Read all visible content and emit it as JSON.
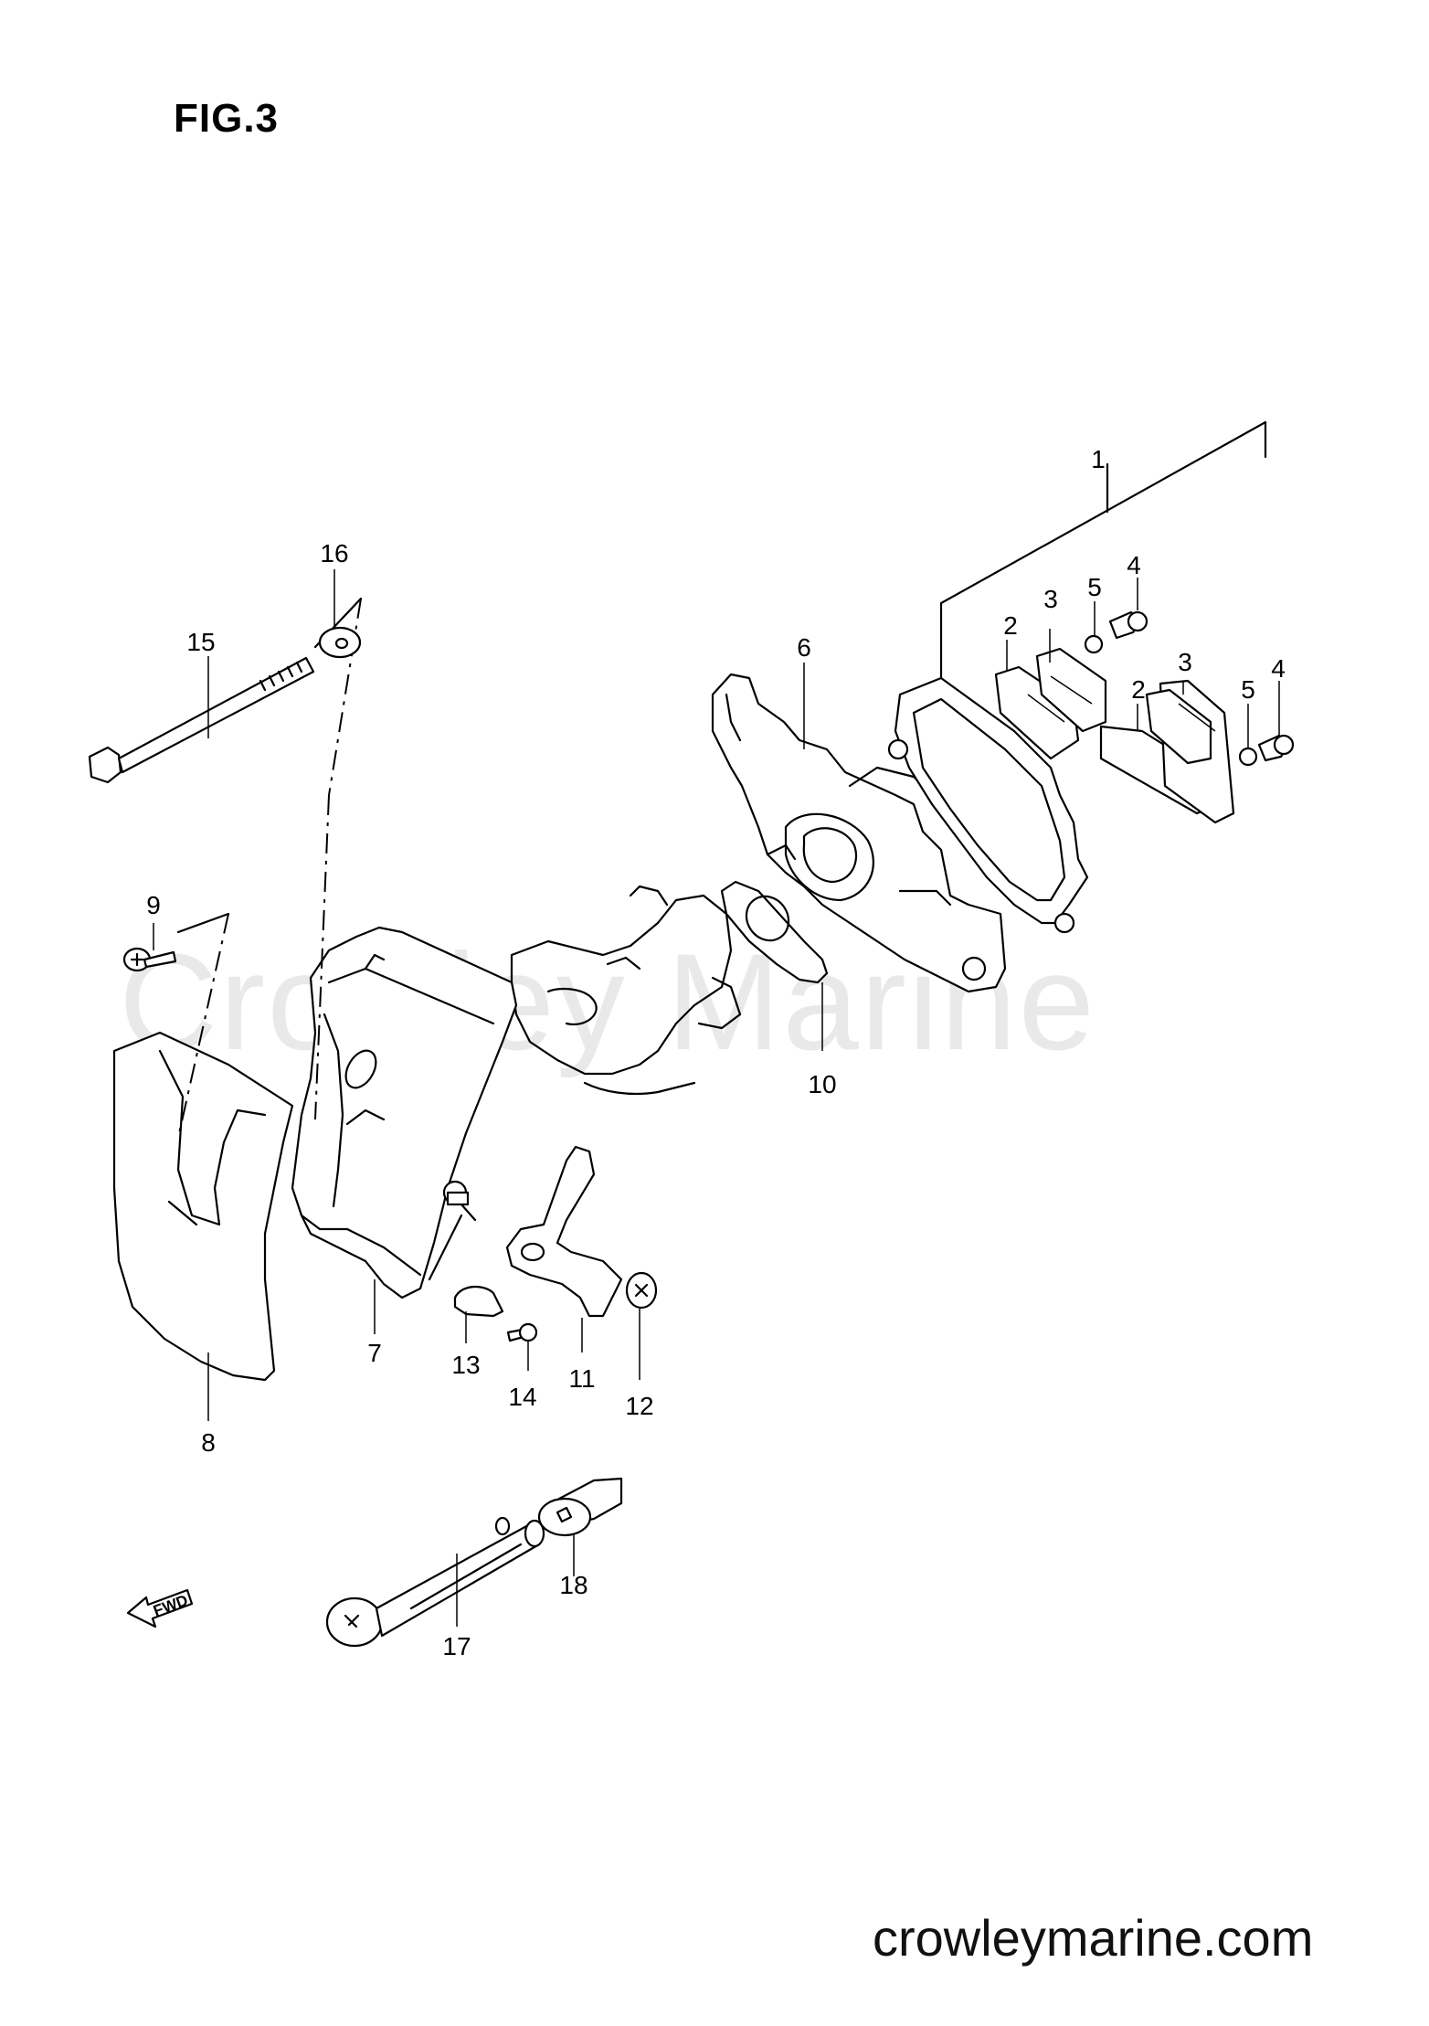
{
  "figure": {
    "title": "FIG.3",
    "watermark": "Crowley Marine",
    "site": "crowleymarine.com",
    "fwd_label": "FWD"
  },
  "callouts": {
    "c1": "1",
    "c2a": "2",
    "c2b": "2",
    "c3a": "3",
    "c3b": "3",
    "c4a": "4",
    "c4b": "4",
    "c5a": "5",
    "c5b": "5",
    "c6": "6",
    "c7": "7",
    "c8": "8",
    "c9": "9",
    "c10": "10",
    "c11": "11",
    "c12": "12",
    "c13": "13",
    "c14": "14",
    "c15": "15",
    "c16": "16",
    "c17": "17",
    "c18": "18"
  }
}
